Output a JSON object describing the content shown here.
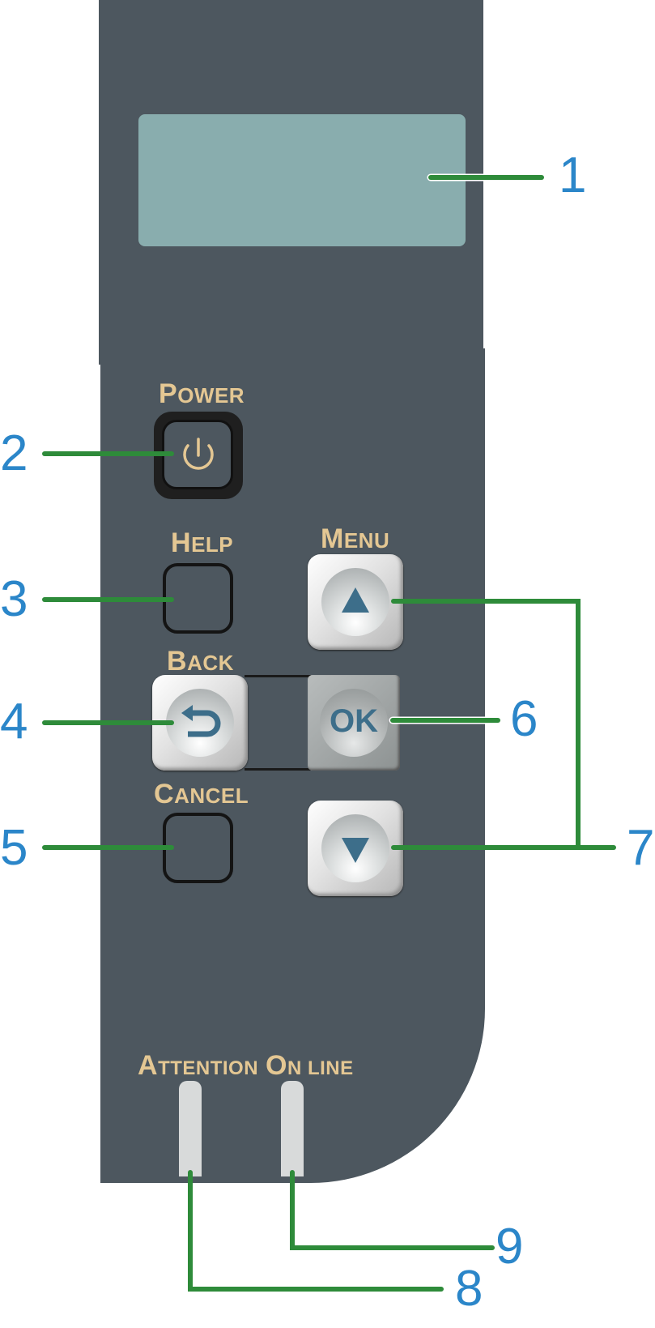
{
  "labels": {
    "power": "Power",
    "help": "Help",
    "menu": "Menu",
    "back": "Back",
    "cancel": "Cancel",
    "attention": "Attention",
    "on_line": "On Line",
    "ok": "OK"
  },
  "callouts": [
    "1",
    "2",
    "3",
    "4",
    "5",
    "6",
    "7",
    "8",
    "9"
  ],
  "colors": {
    "panel": "#4d575f",
    "lcd": "#89adae",
    "label_text": "#e4c793",
    "leader_line": "#2e8b3a",
    "callout_number": "#2b86c9"
  },
  "icons": {
    "power": "power-icon",
    "up": "arrow-up-icon",
    "down": "arrow-down-icon",
    "back": "back-arrow-icon",
    "sleep": "moon-icon"
  }
}
